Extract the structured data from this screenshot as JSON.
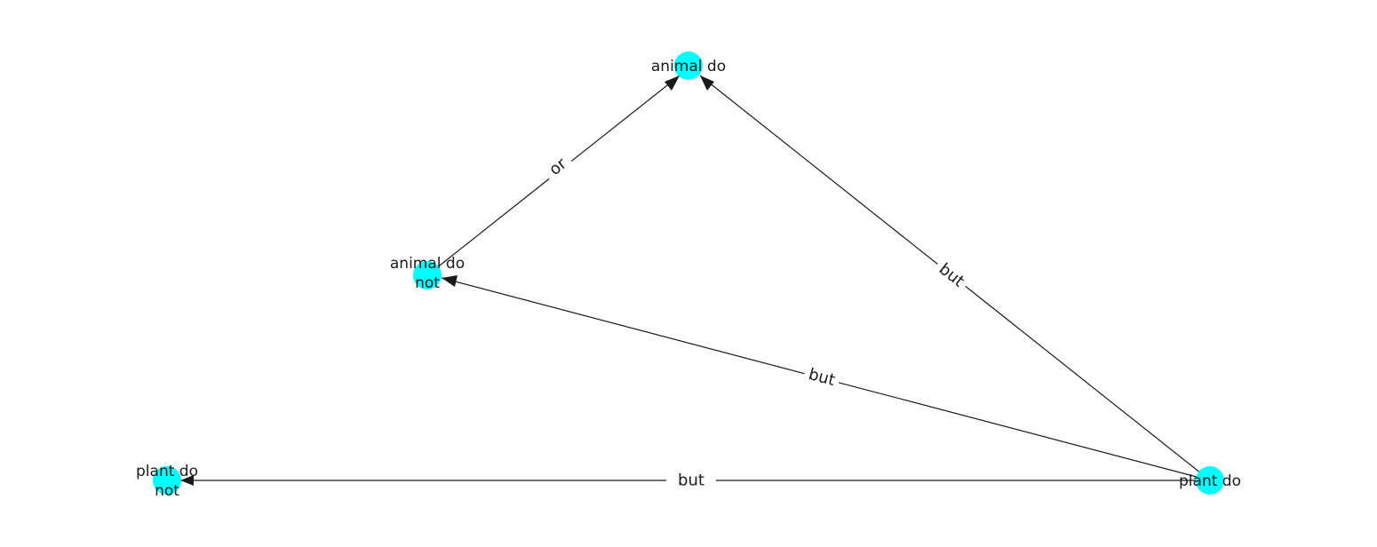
{
  "nodes": {
    "animal_do": {
      "label_lines": [
        "animal do"
      ]
    },
    "animal_do_not": {
      "label_lines": [
        "animal do",
        "not"
      ]
    },
    "plant_do": {
      "label_lines": [
        "plant do"
      ]
    },
    "plant_do_not": {
      "label_lines": [
        "plant do",
        "not"
      ]
    }
  },
  "edges": [
    {
      "from": "animal_do_not",
      "to": "animal_do",
      "label": "or"
    },
    {
      "from": "plant_do",
      "to": "animal_do",
      "label": "but"
    },
    {
      "from": "plant_do",
      "to": "animal_do_not",
      "label": "but"
    },
    {
      "from": "plant_do",
      "to": "plant_do_not",
      "label": "but"
    }
  ],
  "colors": {
    "node": "#00ffff",
    "edge": "#1a1a1a"
  }
}
